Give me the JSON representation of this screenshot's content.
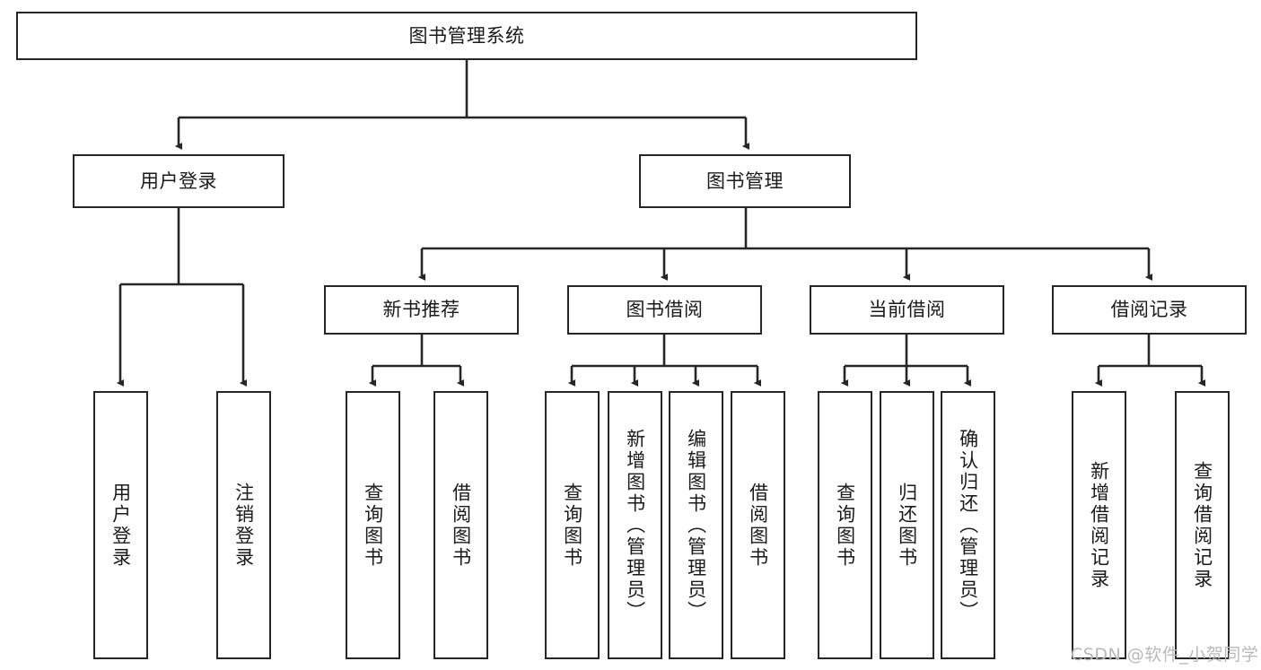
{
  "diagram": {
    "title": "图书管理系统",
    "type": "tree-hierarchy-chart",
    "stroke_color": "#262626",
    "text_color": "#1a1a1a",
    "background_color": "#ffffff",
    "nodes": {
      "root": {
        "label": "图书管理系统"
      },
      "level2": [
        {
          "label": "用户登录"
        },
        {
          "label": "图书管理"
        }
      ],
      "level3": [
        {
          "label": "新书推荐"
        },
        {
          "label": "图书借阅"
        },
        {
          "label": "当前借阅"
        },
        {
          "label": "借阅记录"
        }
      ],
      "leaves": {
        "user_login": [
          {
            "label": "用户登录"
          },
          {
            "label": "注销登录"
          }
        ],
        "new_book_recommend": [
          {
            "label": "查询图书"
          },
          {
            "label": "借阅图书"
          }
        ],
        "book_borrow": [
          {
            "label": "查询图书"
          },
          {
            "label": "新增图书（管理员）"
          },
          {
            "label": "编辑图书（管理员）"
          },
          {
            "label": "借阅图书"
          }
        ],
        "current_borrow": [
          {
            "label": "查询图书"
          },
          {
            "label": "归还图书"
          },
          {
            "label": "确认归还（管理员）"
          }
        ],
        "borrow_record": [
          {
            "label": "新增借阅记录"
          },
          {
            "label": "查询借阅记录"
          }
        ]
      }
    }
  },
  "watermark": {
    "text": "CSDN @软件_小贺同学"
  }
}
